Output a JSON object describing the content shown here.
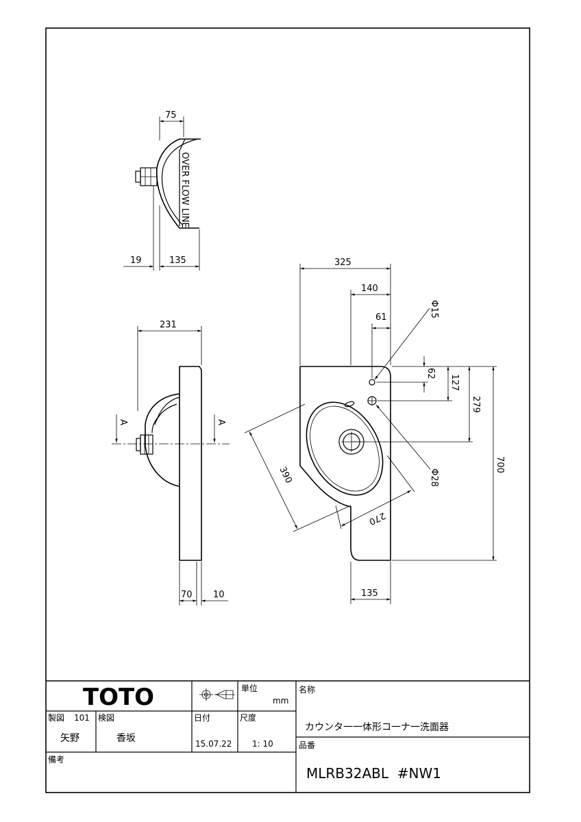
{
  "side_view": {
    "dim_top": "75",
    "dim_left": "19",
    "dim_bottom": "135",
    "overflow_label": "OVER FLOW LINE"
  },
  "front_view": {
    "dim_top": "231",
    "dim_bottom_left": "70",
    "dim_bottom_right": "10",
    "section_label_left": "A",
    "section_label_right": "A"
  },
  "plan_view": {
    "dim_325": "325",
    "dim_140": "140",
    "dim_61": "61",
    "dim_phi15": "Φ15",
    "dim_62": "62",
    "dim_127": "127",
    "dim_279": "279",
    "dim_700": "700",
    "dim_phi28": "Φ28",
    "dim_390": "390",
    "dim_270": "270",
    "dim_135": "135"
  },
  "title_block": {
    "brand": "TOTO",
    "unit_label": "単位",
    "unit_value": "mm",
    "name_label": "名称",
    "drawn_label": "製図",
    "drawn_no": "101",
    "drawn_by": "矢野",
    "checked_label": "検図",
    "checked_by": "香坂",
    "date_label": "日付",
    "date_value": "15.07.22",
    "scale_label": "尺度",
    "scale_value": "1: 10",
    "product_name": "カウンタ一一体形コ一ナ一洗面器",
    "part_label": "品番",
    "part_number": "MLRB32ABL  #NW1",
    "remarks_label": "備考"
  }
}
